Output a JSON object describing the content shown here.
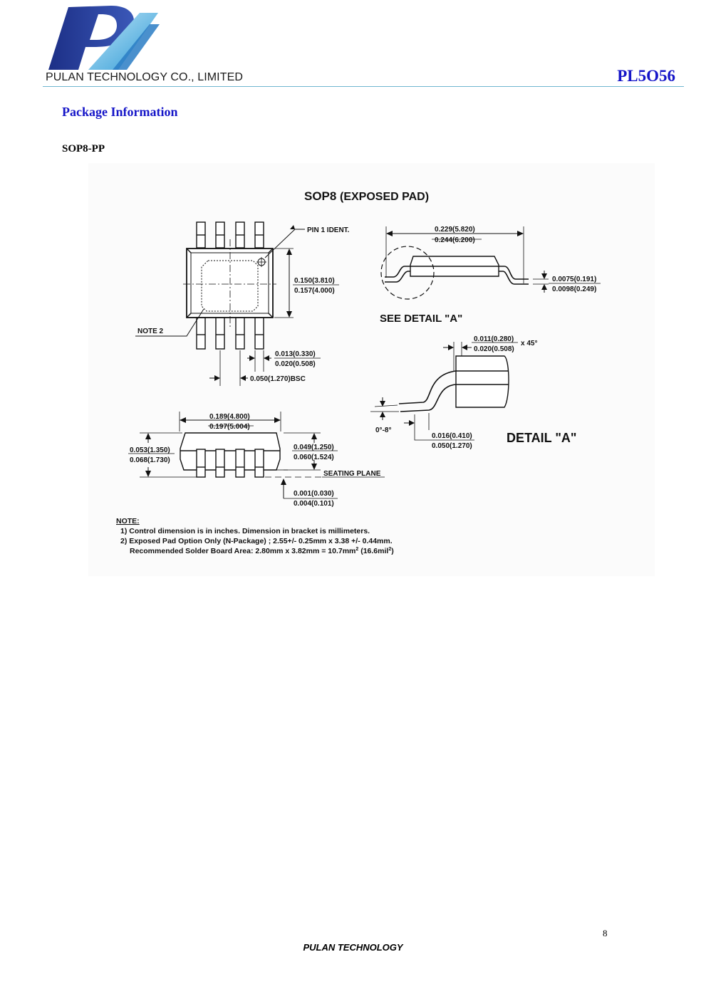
{
  "header": {
    "company": "PULAN TECHNOLOGY CO., LIMITED",
    "part_number": "PL5O56",
    "brand_primary": "#2a3f94",
    "brand_secondary": "#3aa0d8",
    "heading_color": "#1515c8"
  },
  "section": {
    "title": "Package Information",
    "package": "SOP8-PP"
  },
  "drawing": {
    "title_main": "SOP8",
    "title_sub": "(EXPOSED PAD)",
    "pin1_label": "PIN 1 IDENT.",
    "note2_label": "NOTE 2",
    "width_min": "0.150(3.810)",
    "width_max": "0.157(4.000)",
    "lead_w_min": "0.013(0.330)",
    "lead_w_max": "0.020(0.508)",
    "pitch": "0.050(1.270)BSC",
    "overall_w_min": "0.229(5.820)",
    "overall_w_max": "0.244(6.200)",
    "lead_t_min": "0.0075(0.191)",
    "lead_t_max": "0.0098(0.249)",
    "see_detail": "SEE DETAIL \"A\"",
    "chamfer_min": "0.011(0.280)",
    "chamfer_max": "0.020(0.508)",
    "chamfer_angle": "x 45°",
    "angle_range": "0°-8°",
    "foot_min": "0.016(0.410)",
    "foot_max": "0.050(1.270)",
    "detail_a": "DETAIL \"A\"",
    "length_min": "0.189(4.800)",
    "length_max": "0.197(5.004)",
    "height_min": "0.053(1.350)",
    "height_max": "0.068(1.730)",
    "body_h_min": "0.049(1.250)",
    "body_h_max": "0.060(1.524)",
    "seating_plane": "SEATING PLANE",
    "standoff_min": "0.001(0.030)",
    "standoff_max": "0.004(0.101)"
  },
  "notes": {
    "heading": "NOTE:",
    "note1": "1) Control dimension is in inches.  Dimension in bracket is millimeters.",
    "note2": "2) Exposed Pad Option Only (N-Package) ; 2.55+/- 0.25mm   x   3.38 +/-  0.44mm.",
    "note3_pre": "Recommended  Solder Board Area: 2.80mm  x  3.82mm = 10.7mm",
    "note3_sup1": "2",
    "note3_mid": " (16.6mil",
    "note3_sup2": "2",
    "note3_post": ")"
  },
  "footer": {
    "page_number": "8",
    "text": "PULAN TECHNOLOGY"
  }
}
